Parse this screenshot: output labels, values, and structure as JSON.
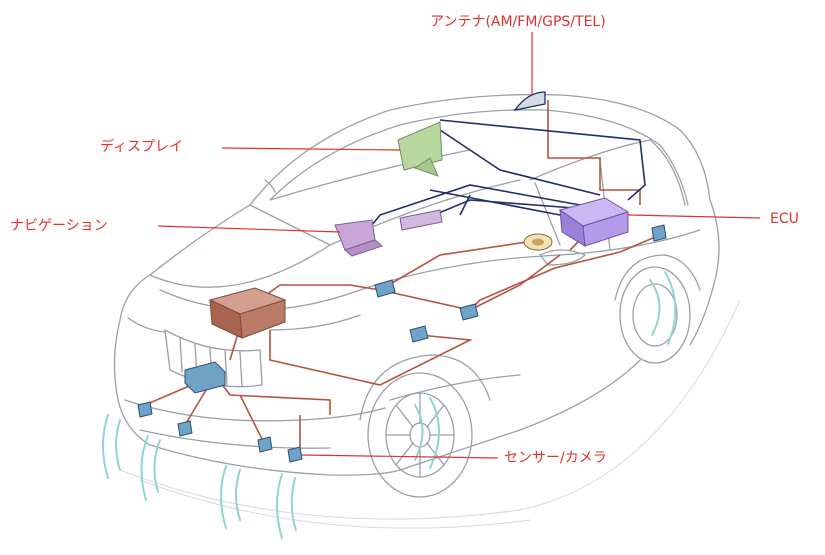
{
  "labels": {
    "antenna": "アンテナ(AM/FM/GPS/TEL)",
    "display": "ディスプレイ",
    "navigation": "ナビゲーション",
    "ecu": "ECU",
    "sensor_camera": "センサー/カメラ"
  },
  "colors": {
    "label_text": "#e0322b",
    "leader_line": "#e0322b",
    "wire_red": "#b5533e",
    "wire_navy": "#1f2f6b",
    "car_sketch": "#9aa0a8",
    "display_unit": "#b9d8a0",
    "navigation_unit": "#c9a6d8",
    "ecu_unit": "#b49ae8",
    "engine_unit": "#b97a66",
    "sensor_unit": "#6fa3c8",
    "sensor_wave": "#8fd6d0"
  }
}
